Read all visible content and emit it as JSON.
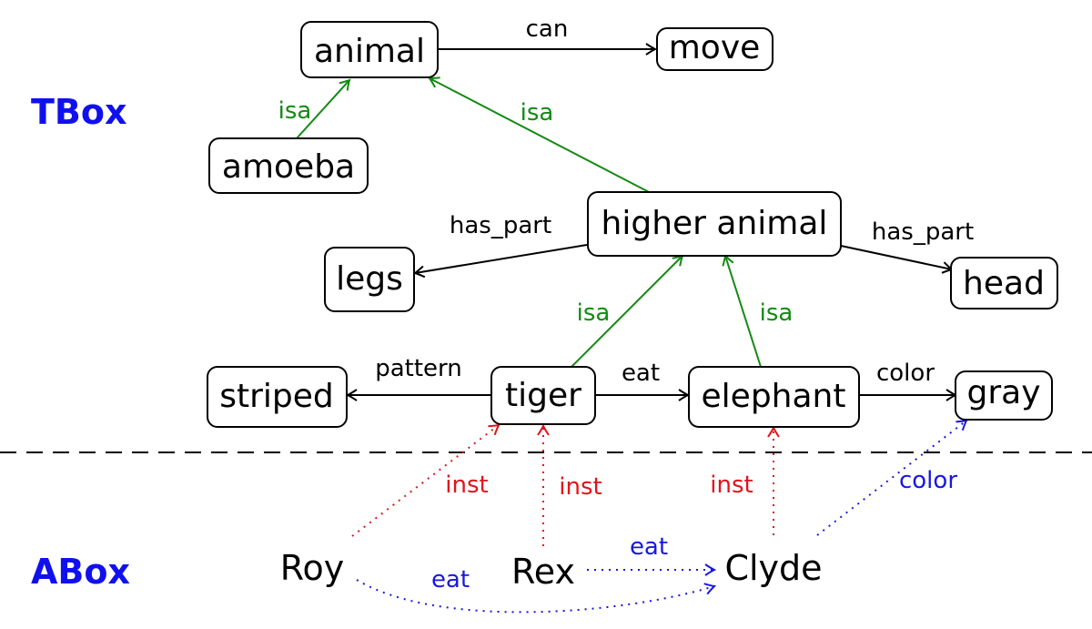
{
  "sections": {
    "tbox": "TBox",
    "abox": "ABox"
  },
  "colors": {
    "isa": "#138a13",
    "inst": "#e0141c",
    "abox_rel": "#1818e0",
    "section": "#1010ee",
    "plain": "#000000"
  },
  "concepts": {
    "animal": "animal",
    "move": "move",
    "amoeba": "amoeba",
    "higher_animal": "higher animal",
    "legs": "legs",
    "head": "head",
    "striped": "striped",
    "tiger": "tiger",
    "elephant": "elephant",
    "gray": "gray"
  },
  "individuals": {
    "roy": "Roy",
    "rex": "Rex",
    "clyde": "Clyde"
  },
  "edge_labels": {
    "animal_can_move": "can",
    "amoeba_isa_animal": "isa",
    "higher_isa_animal": "isa",
    "higher_has_part_legs": "has_part",
    "higher_has_part_head": "has_part",
    "tiger_isa_higher": "isa",
    "elephant_isa_higher": "isa",
    "tiger_pattern_striped": "pattern",
    "tiger_eat_elephant": "eat",
    "elephant_color_gray": "color",
    "roy_inst_tiger": "inst",
    "rex_inst_tiger": "inst",
    "clyde_inst_elephant": "inst",
    "clyde_color_gray": "color",
    "rex_eat_clyde": "eat",
    "roy_eat_clyde": "eat"
  }
}
